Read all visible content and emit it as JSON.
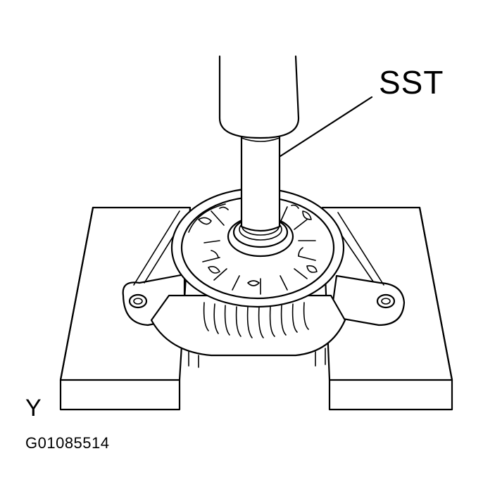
{
  "labels": {
    "tool": "SST",
    "view": "Y",
    "figure_id": "G01085514"
  }
}
